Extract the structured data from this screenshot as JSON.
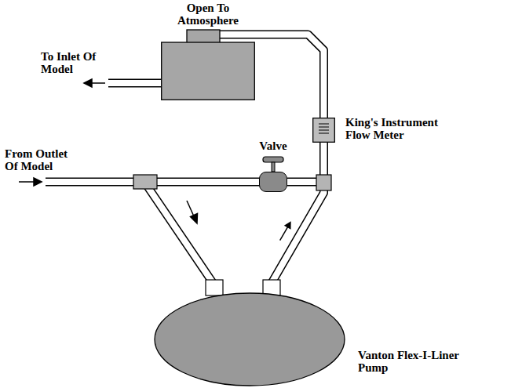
{
  "diagram": {
    "nodes": [
      {
        "text": [
          "Open To Atmosphere"
        ]
      },
      {
        "text": [
          "King's Instrument Flow Meter"
        ]
      },
      {
        "text": [
          "Valve"
        ]
      },
      {
        "text": [
          "Vanton Flex-I-Liner Pump"
        ]
      }
    ],
    "edges": [
      {
        "from": 3,
        "to": 1,
        "arrow": "to"
      },
      {
        "from": 2,
        "to": 1,
        "arrow": "none"
      },
      {
        "from": 1,
        "to": 0,
        "arrow": "none"
      }
    ],
    "labels": [
      "To Inlet Of Model",
      "From Outlet Of Model"
    ]
  }
}
